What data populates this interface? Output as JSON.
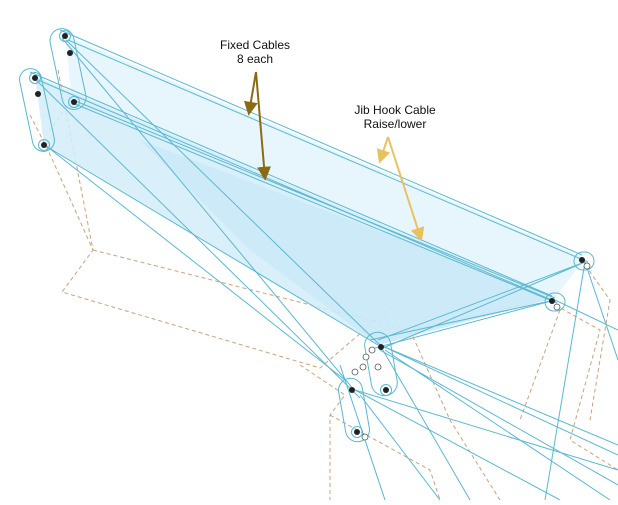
{
  "labels": {
    "fixed_cables_line1": "Fixed Cables",
    "fixed_cables_line2": "8 each",
    "jib_hook_line1": "Jib Hook Cable",
    "jib_hook_line2": "Raise/lower"
  },
  "colors": {
    "cable": "#5bb8cf",
    "panel_fill": "#e3f4fc",
    "panel_fill_dark": "#cdebf8",
    "frame_dashed": "#c9a27e",
    "fixed_arrow": "#8a6a12",
    "jib_arrow": "#e9c25e",
    "pulley_dot": "#222222"
  }
}
